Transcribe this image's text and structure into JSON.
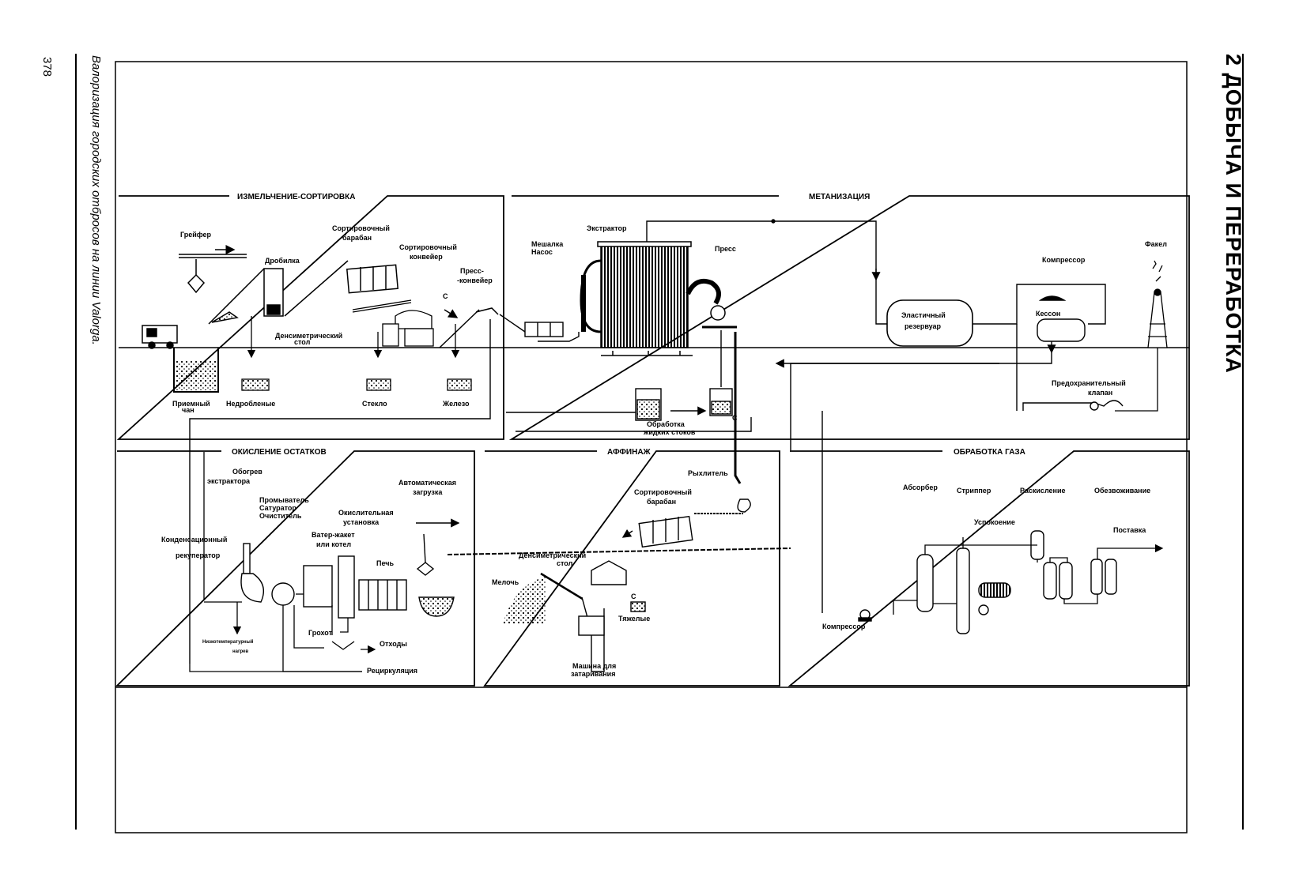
{
  "page_number": "378",
  "chapter_title": "2 ДОБЫЧА И ПЕРЕРАБОТКА",
  "caption": "Валоризация городских отбросов на линии Valorga.",
  "sections": {
    "shredding": "ИЗМЕЛЬЧЕНИЕ-СОРТИРОВКА",
    "methanization": "МЕТАНИЗАЦИЯ",
    "oxidation": "ОКИСЛЕНИЕ ОСТАТКОВ",
    "refining": "АФФИНАЖ",
    "gas": "ОБРАБОТКА ГАЗА"
  },
  "labels": {
    "grab": "Грейфер",
    "crusher": "Дробилка",
    "sort_drum_1": "Сортировочный",
    "sort_drum_2": "барабан",
    "sort_conv_1": "Сортировочный",
    "sort_conv_2": "конвейер",
    "press_conv_1": "Пресс-",
    "press_conv_2": "-конвейер",
    "dens_table_1": "Денсиметрический",
    "dens_table_2": "стол",
    "receiving_1": "Приемный",
    "receiving_2": "чан",
    "uncrushed": "Недробленые",
    "glass": "Стекло",
    "iron": "Железо",
    "mixer_1": "Мешалка",
    "mixer_2": "Насос",
    "extractor": "Экстрактор",
    "press": "Пресс",
    "elastic_1": "Эластичный",
    "elastic_2": "резервуар",
    "compressor_top": "Компрессор",
    "caisson": "Кессон",
    "flare": "Факел",
    "safety_1": "Предохранительный",
    "safety_2": "клапан",
    "liquid_1": "Обработка",
    "liquid_2": "жидких стоков",
    "extractor_heat_1": "Обогрев",
    "extractor_heat_2": "экстрактора",
    "washer_1": "Промыватель",
    "washer_2": "Сатуратор",
    "washer_3": "Очиститель",
    "auto_load_1": "Автоматическая",
    "auto_load_2": "загрузка",
    "oxid_unit_1": "Окислительная",
    "oxid_unit_2": "установка",
    "water_jacket_1": "Ватер-жакет",
    "water_jacket_2": "или котел",
    "condensing_1": "Конденсационный",
    "condensing_2": "рекуператор",
    "furnace": "Печь",
    "screen": "Грохот",
    "waste": "Отходы",
    "low_temp_1": "Низкотемпературный",
    "low_temp_2": "нагрев",
    "recirculation": "Рециркуляция",
    "loosener": "Рыхлитель",
    "sort_drum_r1": "Сортировочный",
    "sort_drum_r2": "барабан",
    "dens_table_r1": "Денсиметрический",
    "dens_table_r2": "стол",
    "fines": "Мелочь",
    "heavy": "Тяжелые",
    "bagging_1": "Машина для",
    "bagging_2": "затаривания",
    "absorber": "Абсорбер",
    "stripper": "Стриппер",
    "deoxidation": "Раскисление",
    "dehydration": "Обезвоживание",
    "settling": "Успокоение",
    "delivery": "Поставка",
    "compressor_bottom": "Компрессор",
    "c_mark": "C"
  }
}
